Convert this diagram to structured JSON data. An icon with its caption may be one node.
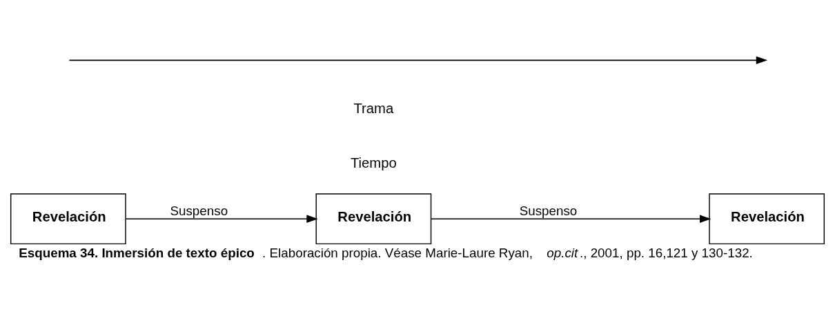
{
  "diagram": {
    "caption": "**Esquema 34. Inmersión de texto épico**. Elaboración propia. Véase Marie-Laure Ryan, *op.cit*., 2001, pp. 16,121 y 130-132.",
    "nodes": [
      {
        "text": [
          "Revelación"
        ]
      },
      {
        "text": [
          "Revelación"
        ]
      },
      {
        "text": [
          "Revelación"
        ]
      }
    ],
    "edges": [
      {
        "from": 0,
        "to": 1,
        "arrow": "to",
        "label": "Suspenso"
      },
      {
        "from": 1,
        "to": 2,
        "arrow": "to",
        "label": "Suspenso"
      }
    ],
    "labels": [
      "Tiempo",
      "Trama"
    ]
  }
}
